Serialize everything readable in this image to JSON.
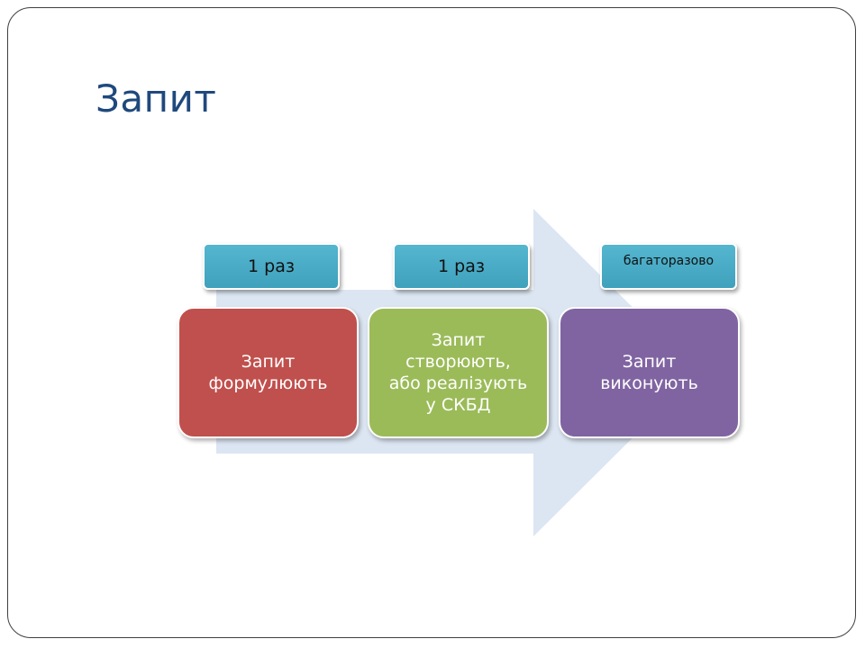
{
  "slide": {
    "title": "Запит"
  },
  "diagram": {
    "frequencies": [
      {
        "label": "1 раз"
      },
      {
        "label": "1 раз"
      },
      {
        "label": "багаторазово"
      }
    ],
    "steps": [
      {
        "label": "Запит\nформулюють",
        "color": "#c0504d"
      },
      {
        "label": "Запит\nстворюють,\nабо реалізують\nу СКБД",
        "color": "#9bbb59"
      },
      {
        "label": "Запит\nвиконують",
        "color": "#8064a2"
      }
    ],
    "colors": {
      "title": "#1f497d",
      "arrow": "#dce6f2",
      "frequency_box": "#4bacc6"
    }
  }
}
